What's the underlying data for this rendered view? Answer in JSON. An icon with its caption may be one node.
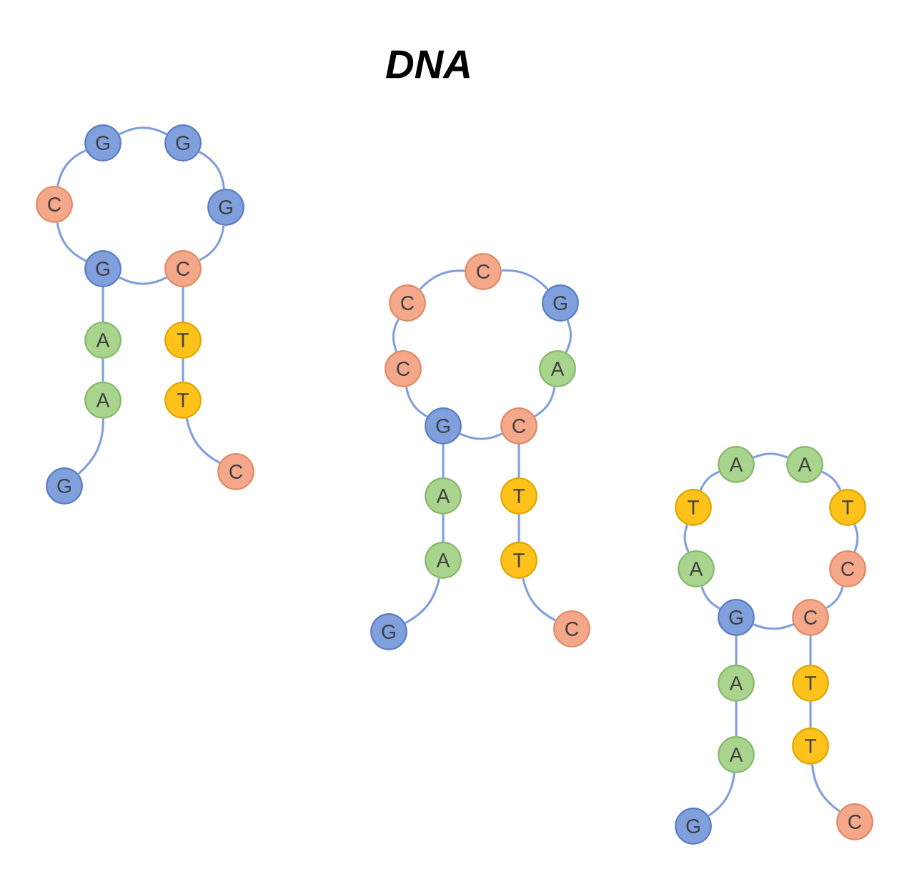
{
  "diagram": {
    "title": "DNA",
    "nodes": [
      {
        "text": [
          "G"
        ]
      },
      {
        "text": [
          "A"
        ]
      },
      {
        "text": [
          "A"
        ]
      },
      {
        "text": [
          "G"
        ]
      },
      {
        "text": [
          "C"
        ]
      },
      {
        "text": [
          "G"
        ]
      },
      {
        "text": [
          "G"
        ]
      },
      {
        "text": [
          "G"
        ]
      },
      {
        "text": [
          "C"
        ]
      },
      {
        "text": [
          "T"
        ]
      },
      {
        "text": [
          "T"
        ]
      },
      {
        "text": [
          "C"
        ]
      },
      {
        "text": [
          "G"
        ]
      },
      {
        "text": [
          "A"
        ]
      },
      {
        "text": [
          "A"
        ]
      },
      {
        "text": [
          "G"
        ]
      },
      {
        "text": [
          "C"
        ]
      },
      {
        "text": [
          "C"
        ]
      },
      {
        "text": [
          "C"
        ]
      },
      {
        "text": [
          "G"
        ]
      },
      {
        "text": [
          "A"
        ]
      },
      {
        "text": [
          "C"
        ]
      },
      {
        "text": [
          "T"
        ]
      },
      {
        "text": [
          "T"
        ]
      },
      {
        "text": [
          "C"
        ]
      },
      {
        "text": [
          "G"
        ]
      },
      {
        "text": [
          "A"
        ]
      },
      {
        "text": [
          "A"
        ]
      },
      {
        "text": [
          "G"
        ]
      },
      {
        "text": [
          "A"
        ]
      },
      {
        "text": [
          "T"
        ]
      },
      {
        "text": [
          "A"
        ]
      },
      {
        "text": [
          "A"
        ]
      },
      {
        "text": [
          "T"
        ]
      },
      {
        "text": [
          "C"
        ]
      },
      {
        "text": [
          "C"
        ]
      },
      {
        "text": [
          "T"
        ]
      },
      {
        "text": [
          "T"
        ]
      },
      {
        "text": [
          "C"
        ]
      }
    ],
    "edges": [
      {
        "from": 0,
        "to": 1,
        "arrow": "none"
      },
      {
        "from": 1,
        "to": 2,
        "arrow": "none"
      },
      {
        "from": 2,
        "to": 3,
        "arrow": "none"
      },
      {
        "from": 3,
        "to": 4,
        "arrow": "none"
      },
      {
        "from": 4,
        "to": 5,
        "arrow": "none"
      },
      {
        "from": 5,
        "to": 6,
        "arrow": "none"
      },
      {
        "from": 6,
        "to": 7,
        "arrow": "none"
      },
      {
        "from": 7,
        "to": 8,
        "arrow": "none"
      },
      {
        "from": 8,
        "to": 9,
        "arrow": "none"
      },
      {
        "from": 9,
        "to": 10,
        "arrow": "none"
      },
      {
        "from": 10,
        "to": 11,
        "arrow": "none"
      },
      {
        "from": 8,
        "to": 3,
        "arrow": "none"
      },
      {
        "from": 12,
        "to": 13,
        "arrow": "none"
      },
      {
        "from": 13,
        "to": 14,
        "arrow": "none"
      },
      {
        "from": 14,
        "to": 15,
        "arrow": "none"
      },
      {
        "from": 15,
        "to": 16,
        "arrow": "none"
      },
      {
        "from": 16,
        "to": 17,
        "arrow": "none"
      },
      {
        "from": 17,
        "to": 18,
        "arrow": "none"
      },
      {
        "from": 18,
        "to": 19,
        "arrow": "none"
      },
      {
        "from": 19,
        "to": 20,
        "arrow": "none"
      },
      {
        "from": 20,
        "to": 21,
        "arrow": "none"
      },
      {
        "from": 21,
        "to": 22,
        "arrow": "none"
      },
      {
        "from": 22,
        "to": 23,
        "arrow": "none"
      },
      {
        "from": 23,
        "to": 24,
        "arrow": "none"
      },
      {
        "from": 21,
        "to": 15,
        "arrow": "none"
      },
      {
        "from": 25,
        "to": 26,
        "arrow": "none"
      },
      {
        "from": 26,
        "to": 27,
        "arrow": "none"
      },
      {
        "from": 27,
        "to": 28,
        "arrow": "none"
      },
      {
        "from": 28,
        "to": 29,
        "arrow": "none"
      },
      {
        "from": 29,
        "to": 30,
        "arrow": "none"
      },
      {
        "from": 30,
        "to": 31,
        "arrow": "none"
      },
      {
        "from": 31,
        "to": 32,
        "arrow": "none"
      },
      {
        "from": 32,
        "to": 33,
        "arrow": "none"
      },
      {
        "from": 33,
        "to": 34,
        "arrow": "none"
      },
      {
        "from": 34,
        "to": 35,
        "arrow": "none"
      },
      {
        "from": 35,
        "to": 36,
        "arrow": "none"
      },
      {
        "from": 36,
        "to": 37,
        "arrow": "none"
      },
      {
        "from": 37,
        "to": 38,
        "arrow": "none"
      },
      {
        "from": 35,
        "to": 28,
        "arrow": "none"
      }
    ]
  }
}
